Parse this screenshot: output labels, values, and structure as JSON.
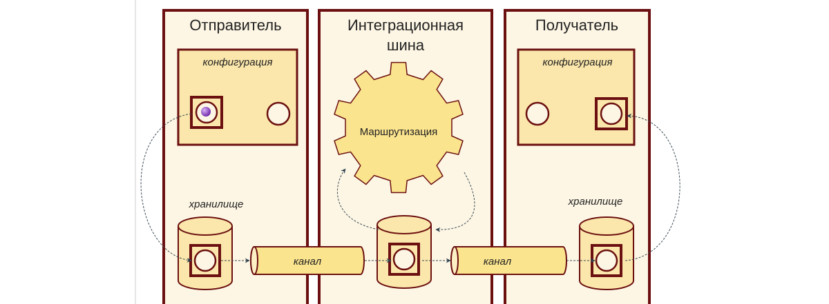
{
  "sender": {
    "title": "Отправитель",
    "config_label": "конфигурация",
    "storage_label": "хранилище"
  },
  "bus": {
    "title_line1": "Интеграционная",
    "title_line2": "шина",
    "routing_label": "Маршрутизация"
  },
  "receiver": {
    "title": "Получатель",
    "config_label": "конфигурация",
    "storage_label": "хранилище"
  },
  "channels": [
    {
      "label": "канал"
    },
    {
      "label": "канал"
    }
  ],
  "colors": {
    "border": "#6b0f10",
    "panel": "#fdf6e4",
    "fill": "#fbe7ab",
    "message": "#8a3fc0"
  }
}
